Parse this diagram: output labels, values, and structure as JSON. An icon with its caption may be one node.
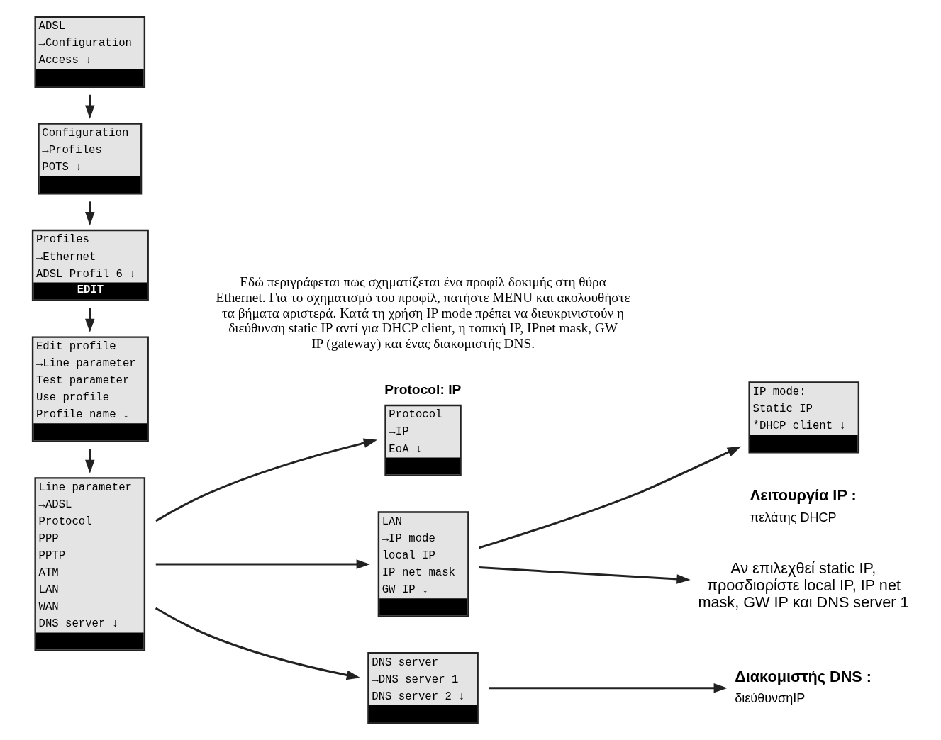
{
  "diagram": {
    "nodes": [
      {
        "text": [
          "ADSL",
          "→Configuration",
          "Access ↓"
        ]
      },
      {
        "text": [
          "Configuration",
          "→Profiles",
          "POTS ↓"
        ]
      },
      {
        "text": [
          "Profiles",
          "→Ethernet",
          "ADSL Profil 6 ↓",
          "EDIT"
        ]
      },
      {
        "text": [
          "Edit profile",
          "→Line parameter",
          "Test parameter",
          "Use profile",
          "Profile name ↓"
        ]
      },
      {
        "text": [
          "Line parameter",
          "→ADSL",
          "Protocol",
          "PPP",
          "PPTP",
          "ATM",
          "LAN",
          "WAN",
          "DNS server ↓"
        ]
      },
      {
        "text": [
          "Protocol: IP",
          "Protocol",
          "→IP",
          "EoA ↓"
        ]
      },
      {
        "text": [
          "IP mode:",
          "Static IP",
          "*DHCP client ↓"
        ],
        "beside": [
          "Λειτουργία IP :",
          "πελάτης DHCP"
        ]
      },
      {
        "text": [
          "LAN",
          "→IP mode",
          "local IP",
          "IP net mask",
          "GW IP ↓"
        ]
      },
      {
        "text": [
          "Αν επιλεχθεί static IP, προσδιορίστε local IP, IP net mask, GW IP και DNS server 1"
        ]
      },
      {
        "text": [
          "DNS server",
          "→DNS server 1",
          "DNS server 2 ↓"
        ]
      },
      {
        "text": [
          "Διακομιστής DNS :",
          "διεύθυνσηIP"
        ]
      }
    ],
    "edges": [
      {
        "from": 0,
        "to": 1,
        "arrow": "to"
      },
      {
        "from": 1,
        "to": 2,
        "arrow": "to"
      },
      {
        "from": 2,
        "to": 3,
        "arrow": "to"
      },
      {
        "from": 3,
        "to": 4,
        "arrow": "to"
      },
      {
        "from": 4,
        "to": 5,
        "arrow": "to"
      },
      {
        "from": 4,
        "to": 7,
        "arrow": "to"
      },
      {
        "from": 4,
        "to": 9,
        "arrow": "to"
      },
      {
        "from": 7,
        "to": 6,
        "arrow": "to"
      },
      {
        "from": 7,
        "to": 8,
        "arrow": "to"
      },
      {
        "from": 9,
        "to": 10,
        "arrow": "to"
      }
    ],
    "labels": [
      "Εδώ περιγράφεται πως σχηματίζεται ένα προφίλ δοκιμής στη θύρα Ethernet. Για το σχηματισμό του προφίλ, πατήστε MENU και ακολουθήστε τα βήματα αριστερά. Κατά τη χρήση IP mode πρέπει να διευκρινιστούν η διεύθυνση static IP αντί για DHCP client, η τοπική IP, IPnet mask, GW IP (gateway) και ένας διακομιστής DNS."
    ]
  }
}
